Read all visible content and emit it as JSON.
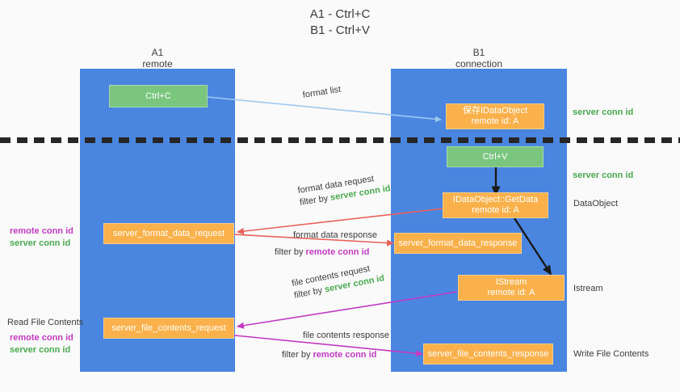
{
  "title": {
    "line1": "A1 - Ctrl+C",
    "line2": "B1 - Ctrl+V"
  },
  "columns": [
    {
      "name": "A1",
      "sub": "remote"
    },
    {
      "name": "B1",
      "sub": "connection"
    }
  ],
  "colors": {
    "lane": "#4a86e0",
    "green_node": "#7ac67f",
    "orange_node": "#fbb14b",
    "green_text": "#4aa94f",
    "magenta_text": "#c23ac2",
    "arrow_blue": "#9ec9ee",
    "arrow_red": "#e8635c",
    "arrow_magenta": "#c23ac2",
    "arrow_black": "#1a1a1a",
    "separator": "#262626"
  },
  "nodes": [
    {
      "id": "ctrl-c",
      "label": "Ctrl+C",
      "sub": "",
      "kind": "green"
    },
    {
      "id": "save-idataobject",
      "label": "保存IDataObject",
      "sub": "remote id: A",
      "kind": "orange"
    },
    {
      "id": "ctrl-v",
      "label": "Ctrl+V",
      "sub": "",
      "kind": "green"
    },
    {
      "id": "idataobject-getdata",
      "label": "IDataObject::GetData",
      "sub": "remote id: A",
      "kind": "orange"
    },
    {
      "id": "server-format-data-request",
      "label": "server_format_data_request",
      "sub": "",
      "kind": "orange"
    },
    {
      "id": "server-format-data-response",
      "label": "server_format_data_response",
      "sub": "",
      "kind": "orange"
    },
    {
      "id": "istream",
      "label": "IStream",
      "sub": "remote id: A",
      "kind": "orange"
    },
    {
      "id": "server-file-contents-request",
      "label": "server_file_contents_request",
      "sub": "",
      "kind": "orange"
    },
    {
      "id": "server-file-contents-response",
      "label": "server_file_contents_response",
      "sub": "",
      "kind": "orange"
    }
  ],
  "edge_labels": {
    "format_list": "format list",
    "format_data_request": "format data request",
    "format_data_request_filter_prefix": "filter by ",
    "format_data_request_filter_value": "server conn id",
    "format_data_response": "format data response",
    "format_data_response_filter_prefix": "filter by ",
    "format_data_response_filter_value": "remote conn id",
    "file_contents_request": "file contents request",
    "file_contents_request_filter_prefix": "filter by ",
    "file_contents_request_filter_value": "server conn id",
    "file_contents_response": "file contents response",
    "file_contents_response_filter_prefix": "filter by ",
    "file_contents_response_filter_value": "remote conn id"
  },
  "right_labels": {
    "server_conn_id_1": "server conn id",
    "server_conn_id_2": "server conn id",
    "dataobject": "DataObject",
    "istream": "Istream",
    "write_file_contents": "Write File Contents"
  },
  "left_labels": {
    "remote_conn_id_1": "remote conn id",
    "server_conn_id_1": "server conn id",
    "read_file_contents": "Read File Contents",
    "remote_conn_id_2": "remote conn id",
    "server_conn_id_2": "server conn id"
  }
}
